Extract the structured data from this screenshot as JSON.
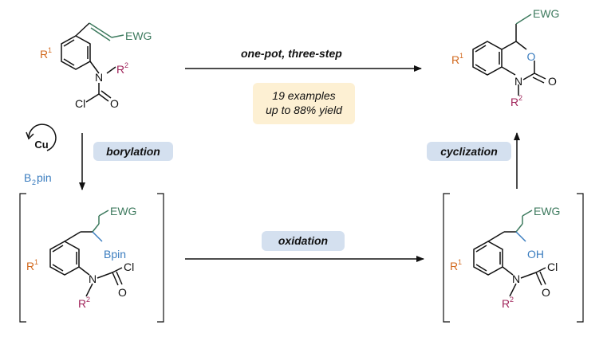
{
  "colors": {
    "ewg": "#3d7a5e",
    "r1": "#d2691e",
    "r2": "#a0245a",
    "boron": "#3b7dbf",
    "pill": "#d4e0ef",
    "yield_box": "#fdf0d3",
    "bond": "#111111"
  },
  "labels": {
    "ewg": "EWG",
    "r": "R",
    "sup1": "1",
    "sup2": "2",
    "n": "N",
    "cl": "Cl",
    "o": "O",
    "bpin": "Bpin",
    "oh": "OH",
    "cu": "Cu",
    "b2pin2_b": "B",
    "b2pin2_2": "2",
    "b2pin2_pin": "pin"
  },
  "conditions": {
    "top": "one-pot, three-step",
    "examples": "19 examples",
    "yield": "up to 88% yield",
    "borylation": "borylation",
    "oxidation": "oxidation",
    "cyclization": "cyclization"
  }
}
